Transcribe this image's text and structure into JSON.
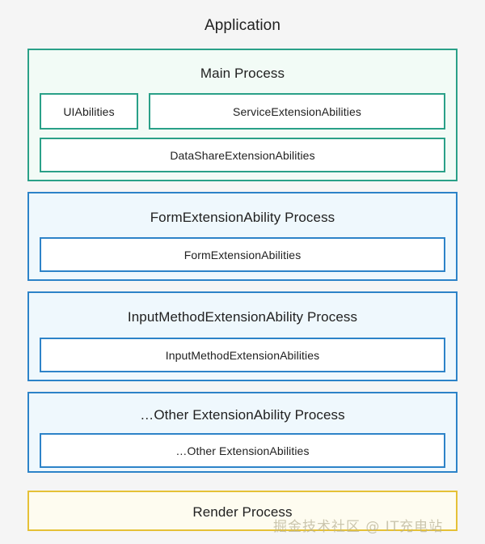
{
  "title": "Application",
  "processes": [
    {
      "name": "Main Process",
      "accent": "#2aa088",
      "fill": "#f2fbf6",
      "abilities": [
        "UIAbilities",
        "ServiceExtensionAbilities",
        "DataShareExtensionAbilities"
      ]
    },
    {
      "name": "FormExtensionAbility Process",
      "accent": "#2d83c8",
      "fill": "#eff8fd",
      "abilities": [
        "FormExtensionAbilities"
      ]
    },
    {
      "name": "InputMethodExtensionAbility Process",
      "accent": "#2d83c8",
      "fill": "#eff8fd",
      "abilities": [
        "InputMethodExtensionAbilities"
      ]
    },
    {
      "name": "…Other ExtensionAbility Process",
      "accent": "#2d83c8",
      "fill": "#eff8fd",
      "abilities": [
        "…Other ExtensionAbilities"
      ]
    },
    {
      "name": "Render Process",
      "accent": "#e5c137",
      "fill": "#fefcf0",
      "abilities": []
    }
  ],
  "watermark": "掘金技术社区 @ IT充电站",
  "colors": {
    "background": "#f5f5f5",
    "teal": "#2aa088",
    "blue": "#2d83c8",
    "gold": "#e5c137",
    "text": "#212121"
  }
}
